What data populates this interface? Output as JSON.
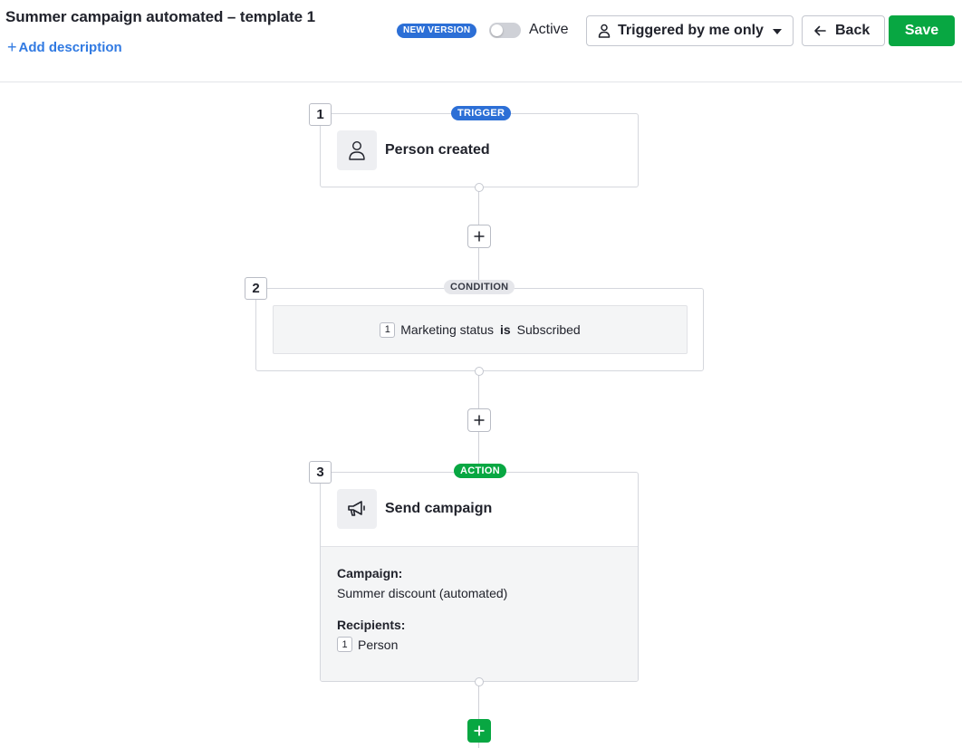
{
  "header": {
    "title": "Summer campaign automated – template 1",
    "add_description": "Add description",
    "version_badge": "NEW VERSION",
    "active_label": "Active",
    "active_on": false,
    "trigger_filter": "Triggered by me only",
    "back_label": "Back",
    "save_label": "Save"
  },
  "steps": [
    {
      "number": "1",
      "type": "TRIGGER",
      "title": "Person created",
      "icon": "person-icon"
    },
    {
      "number": "2",
      "type": "CONDITION",
      "condition": {
        "ref": "1",
        "field": "Marketing status",
        "operator": "is",
        "value": "Subscribed"
      }
    },
    {
      "number": "3",
      "type": "ACTION",
      "title": "Send campaign",
      "icon": "megaphone-icon",
      "fields": [
        {
          "label": "Campaign:",
          "value": "Summer discount (automated)"
        },
        {
          "label": "Recipients:",
          "ref": "1",
          "value": "Person"
        }
      ]
    }
  ],
  "colors": {
    "brand_blue": "#317ae2",
    "trigger_blue": "#2c6fd6",
    "action_green": "#08a742"
  }
}
